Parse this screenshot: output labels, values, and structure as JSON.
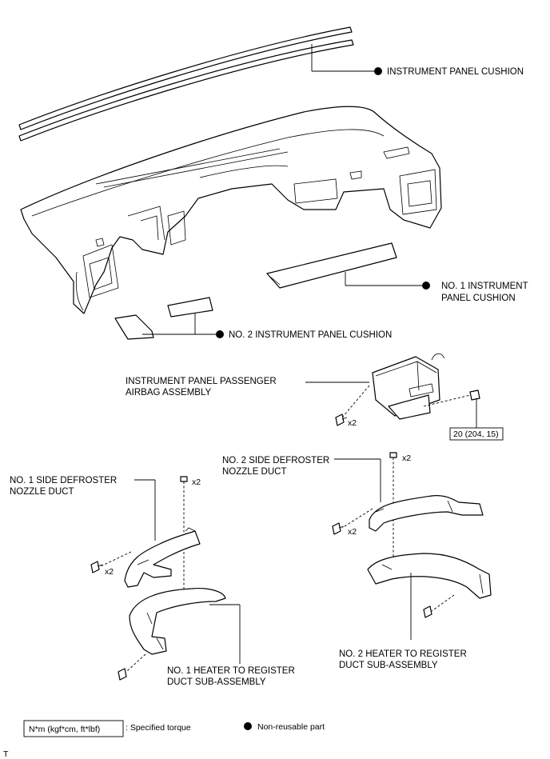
{
  "labels": {
    "instrument_panel_cushion": "INSTRUMENT PANEL CUSHION",
    "no1_instrument_panel_cushion_l1": "NO. 1 INSTRUMENT",
    "no1_instrument_panel_cushion_l2": "PANEL CUSHION",
    "no2_instrument_panel_cushion": "NO. 2 INSTRUMENT PANEL CUSHION",
    "airbag_l1": "INSTRUMENT PANEL PASSENGER",
    "airbag_l2": "AIRBAG ASSEMBLY",
    "airbag_qty": "x2",
    "airbag_torque": "20 (204, 15)",
    "no2_side_defroster_l1": "NO. 2 SIDE DEFROSTER",
    "no2_side_defroster_l2": "NOZZLE DUCT",
    "no2_side_qty_top": "x2",
    "no2_side_qty_left": "x2",
    "no1_side_defroster_l1": "NO. 1 SIDE DEFROSTER",
    "no1_side_defroster_l2": "NOZZLE DUCT",
    "no1_side_qty_top": "x2",
    "no1_side_qty_left": "x2",
    "no1_heater_l1": "NO. 1 HEATER TO REGISTER",
    "no1_heater_l2": "DUCT SUB-ASSEMBLY",
    "no2_heater_l1": "NO. 2 HEATER TO REGISTER",
    "no2_heater_l2": "DUCT SUB-ASSEMBLY"
  },
  "legend": {
    "torque_unit": "N*m (kgf*cm, ft*lbf)",
    "torque_desc": ": Specified torque",
    "nonreusable_desc": "Non-reusable part"
  },
  "corner_mark": "T"
}
